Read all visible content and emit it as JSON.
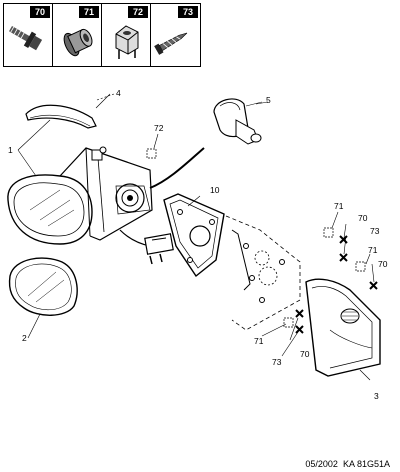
{
  "legend": [
    {
      "num": "70",
      "icon": "bolt-icon"
    },
    {
      "num": "71",
      "icon": "grommet-icon"
    },
    {
      "num": "72",
      "icon": "clip-nut-icon"
    },
    {
      "num": "73",
      "icon": "screw-icon"
    }
  ],
  "labels": {
    "l1": "1",
    "l2": "2",
    "l3": "3",
    "l4": "4",
    "l5": "5",
    "l10": "10",
    "l72": "72",
    "l71a": "71",
    "l70a": "70",
    "l73a": "73",
    "l71b": "71",
    "l70b": "70",
    "l71c": "71",
    "l73c": "73",
    "l70c": "70"
  },
  "footer": {
    "date": "05/2002",
    "ref": "KA 81G51A"
  }
}
